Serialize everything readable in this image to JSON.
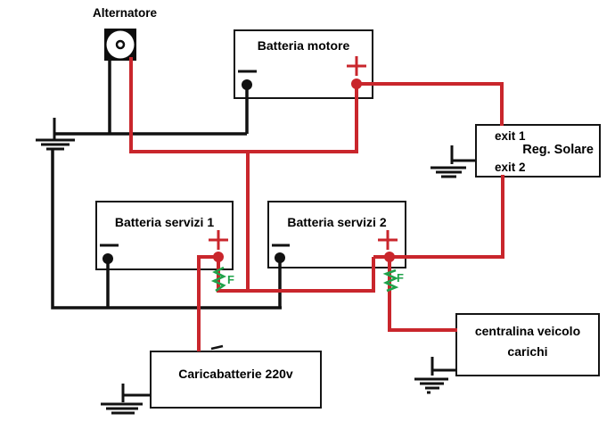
{
  "components": {
    "alternator": {
      "label": "Alternatore"
    },
    "battery_engine": {
      "label": "Batteria motore",
      "minus": "−",
      "plus": "+"
    },
    "solar_regulator": {
      "exit1_label": "exit 1",
      "name": "Reg. Solare",
      "exit2_label": "exit 2"
    },
    "battery_service_1": {
      "label": "Batteria servizi 1",
      "minus": "−",
      "plus": "+",
      "fuse_label": "F"
    },
    "battery_service_2": {
      "label": "Batteria servizi  2",
      "minus": "−",
      "plus": "+",
      "fuse_label": "F"
    },
    "charger": {
      "label": "Caricabatterie 220v"
    },
    "vehicle_load_unit": {
      "label_line1": "centralina veicolo",
      "label_line2": "carichi"
    }
  },
  "colors": {
    "background": "#ffffff",
    "positive_wire": "#c9262c",
    "ground_wire": "#111111",
    "fuse": "#1fa24a",
    "text": "#000000"
  }
}
